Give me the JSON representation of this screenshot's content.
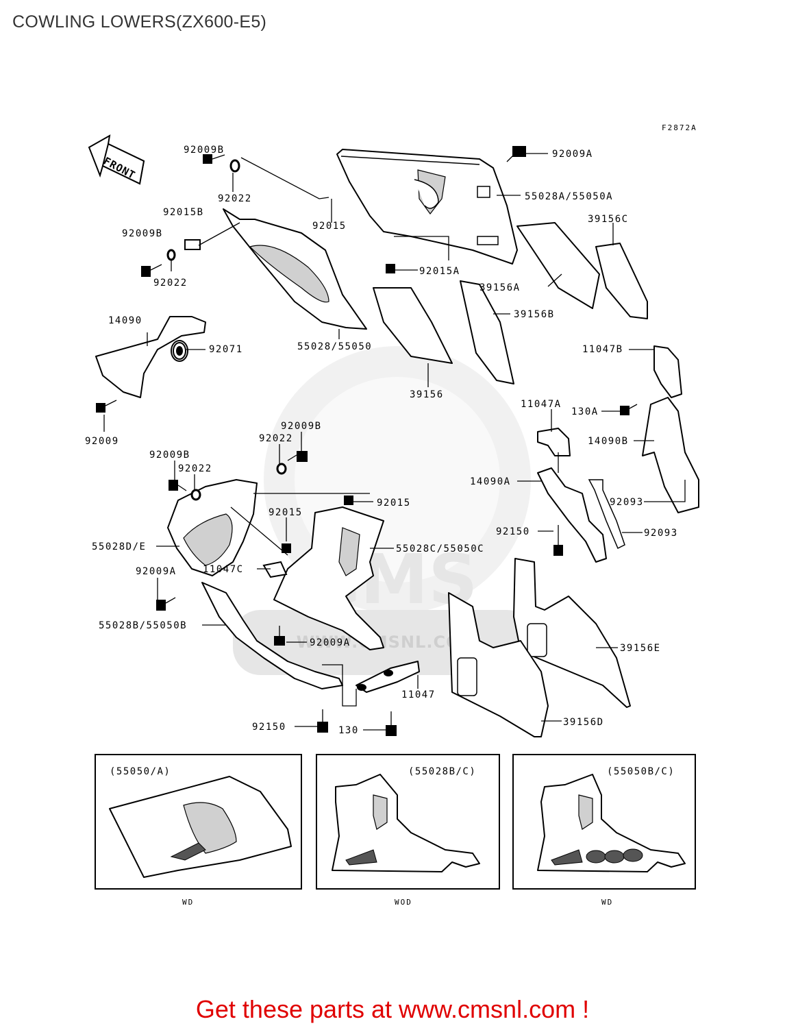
{
  "title": "COWLING LOWERS(ZX600-E5)",
  "figure_code": "F2872A",
  "direction_arrow": "FRONT",
  "watermark": {
    "brand": "CMS",
    "url": "WWW.CMSNL.COM"
  },
  "callouts": {
    "c92009B_1": "92009B",
    "c92022_1": "92022",
    "c92015_1": "92015",
    "c92009A_1": "92009A",
    "c55028A": "55028A/55050A",
    "c39156C": "39156C",
    "c92015B": "92015B",
    "c92009B_2": "92009B",
    "c92022_2": "92022",
    "c92015A": "92015A",
    "c39156A": "39156A",
    "c39156B": "39156B",
    "c55028": "55028/55050",
    "c14090": "14090",
    "c92071": "92071",
    "c39156": "39156",
    "c11047B": "11047B",
    "c92009": "92009",
    "c11047A": "11047A",
    "c130A": "130A",
    "c14090B": "14090B",
    "c92009B_3": "92009B",
    "c92022_3": "92022",
    "c92009B_4": "92009B",
    "c92022_4": "92022",
    "c14090A": "14090A",
    "c92015_2": "92015",
    "c92015_3": "92015",
    "c92093_1": "92093",
    "c55028DE": "55028D/E",
    "c55028C": "55028C/55050C",
    "c92150_1": "92150",
    "c92093_2": "92093",
    "c92009A_2": "92009A",
    "c11047C": "11047C",
    "c55028B": "55028B/55050B",
    "c92009A_3": "92009A",
    "c39156E": "39156E",
    "c11047": "11047",
    "c92150_2": "92150",
    "c130": "130",
    "c39156D": "39156D"
  },
  "insets": [
    {
      "label": "(55050/A)",
      "caption": "WD"
    },
    {
      "label": "(55028B/C)",
      "caption": "WOD"
    },
    {
      "label": "(55050B/C)",
      "caption": "WD"
    }
  ],
  "cta": "Get these parts at www.cmsnl.com !",
  "colors": {
    "cta": "#e00000",
    "line": "#000000",
    "watermark": "#e6e6e6"
  }
}
